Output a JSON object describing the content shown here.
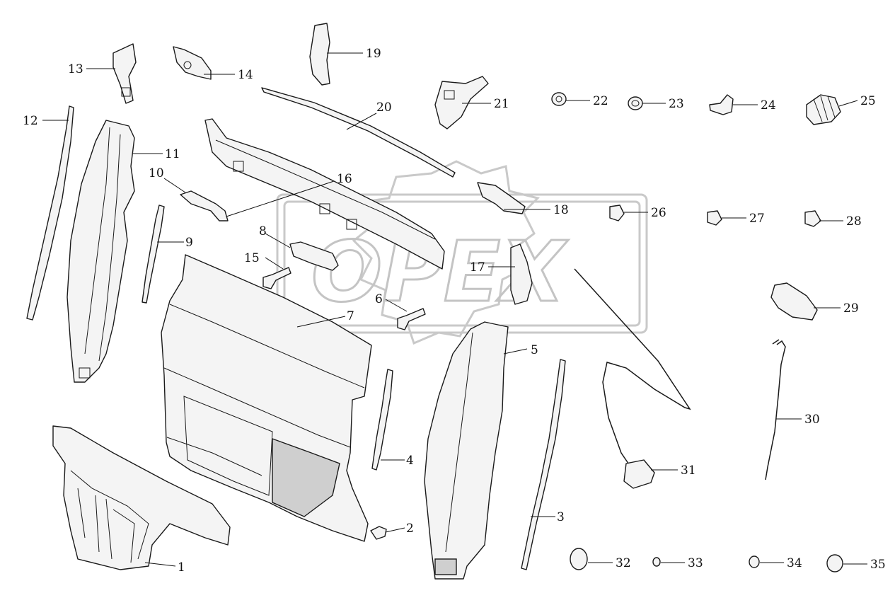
{
  "watermark": {
    "text": "OPEX"
  },
  "callouts": [
    "1",
    "2",
    "3",
    "4",
    "5",
    "6",
    "7",
    "8",
    "9",
    "10",
    "11",
    "12",
    "13",
    "14",
    "15",
    "16",
    "17",
    "18",
    "19",
    "20",
    "21",
    "22",
    "23",
    "24",
    "25",
    "26",
    "27",
    "28",
    "29",
    "30",
    "31",
    "32",
    "33",
    "34",
    "35"
  ],
  "colors": {
    "line": "#1a1a1a",
    "watermark": "#c4c4c4",
    "background": "#ffffff"
  }
}
